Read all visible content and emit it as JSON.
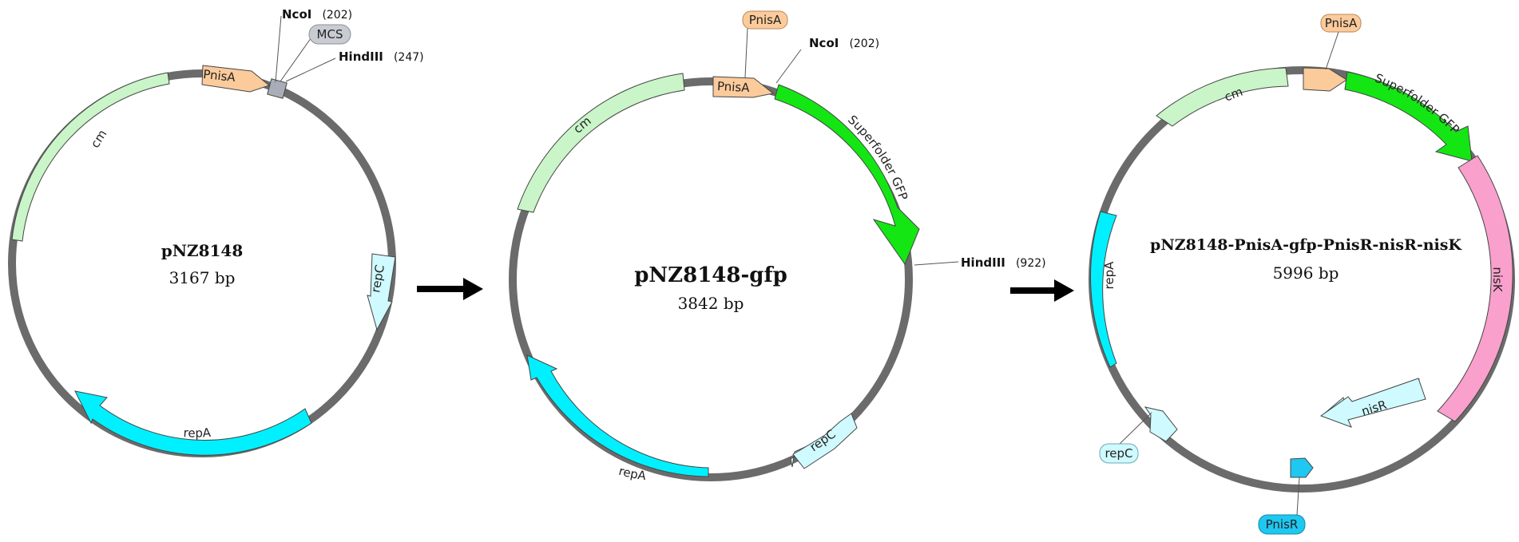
{
  "plasmids": [
    {
      "name": "pNZ8148",
      "size": "3167 bp",
      "features": [
        {
          "id": "pnisa",
          "label": "PnisA",
          "color": "#fccb9b"
        },
        {
          "id": "cm",
          "label": "cm",
          "color": "#c9f5c9"
        },
        {
          "id": "repc",
          "label": "repC",
          "color": "#cffaff"
        },
        {
          "id": "repa",
          "label": "repA",
          "color": "#00f0ff"
        }
      ],
      "mcs": {
        "label": "MCS",
        "color": "#a8adb8"
      },
      "sites": [
        {
          "name": "NcoI",
          "pos": "(202)"
        },
        {
          "name": "HindIII",
          "pos": "(247)"
        }
      ]
    },
    {
      "name": "pNZ8148-gfp",
      "size": "3842 bp",
      "features": [
        {
          "id": "pnisa",
          "label": "PnisA",
          "color": "#fccb9b"
        },
        {
          "id": "cm",
          "label": "cm",
          "color": "#c9f5c9"
        },
        {
          "id": "gfp",
          "label": "Superfolder GFP",
          "color": "#14e614"
        },
        {
          "id": "repc",
          "label": "repC",
          "color": "#cffaff"
        },
        {
          "id": "repa",
          "label": "repA",
          "color": "#00f0ff"
        }
      ],
      "sites": [
        {
          "name": "NcoI",
          "pos": "(202)"
        },
        {
          "name": "HindIII",
          "pos": "(922)"
        }
      ]
    },
    {
      "name": "pNZ8148-PnisA-gfp-PnisR-nisR-nisK",
      "size": "5996 bp",
      "features": [
        {
          "id": "pnisa",
          "label": "PnisA",
          "color": "#fccb9b"
        },
        {
          "id": "cm",
          "label": "cm",
          "color": "#c9f5c9"
        },
        {
          "id": "gfp",
          "label": "Superfolder GFP",
          "color": "#14e614"
        },
        {
          "id": "nisk",
          "label": "nisK",
          "color": "#f9a0cc"
        },
        {
          "id": "nisr",
          "label": "nisR",
          "color": "#cffaff"
        },
        {
          "id": "pnisr",
          "label": "PnisR",
          "color": "#1ec8f0"
        },
        {
          "id": "repc",
          "label": "repC",
          "color": "#cffaff"
        },
        {
          "id": "repa",
          "label": "repA",
          "color": "#00f0ff"
        }
      ],
      "sites": []
    }
  ],
  "colors": {
    "backbone": "#6b6b6b",
    "feature_stroke": "#444444",
    "arrow": "#000000"
  }
}
